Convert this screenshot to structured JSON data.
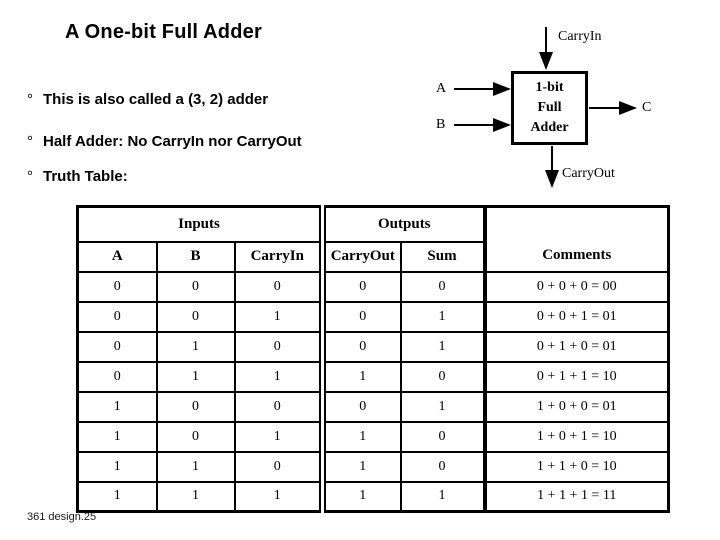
{
  "slide": {
    "title": "A One-bit Full Adder",
    "bullet_marker": "°",
    "bullets": [
      {
        "text": "This is also called a (3, 2) adder"
      },
      {
        "text": "Half Adder: No CarryIn nor CarryOut"
      },
      {
        "text": "Truth Table:"
      }
    ],
    "footer": "361 design.25"
  },
  "diagram": {
    "box_lines": [
      "1-bit",
      "Full",
      "Adder"
    ],
    "labels": {
      "top_input": "CarryIn",
      "left_input_1": "A",
      "left_input_2": "B",
      "right_output": "C",
      "bottom_output": "CarryOut"
    }
  },
  "truth_table": {
    "group_headers": {
      "inputs": "Inputs",
      "outputs": "Outputs"
    },
    "column_headers": {
      "a": "A",
      "b": "B",
      "carry_in": "CarryIn",
      "carry_out": "CarryOut",
      "sum": "Sum",
      "comments": "Comments"
    },
    "rows": [
      {
        "a": "0",
        "b": "0",
        "cin": "0",
        "cout": "0",
        "sum": "0",
        "comment": "0 + 0 + 0 = 00"
      },
      {
        "a": "0",
        "b": "0",
        "cin": "1",
        "cout": "0",
        "sum": "1",
        "comment": "0 + 0 + 1 = 01"
      },
      {
        "a": "0",
        "b": "1",
        "cin": "0",
        "cout": "0",
        "sum": "1",
        "comment": "0 + 1 + 0 = 01"
      },
      {
        "a": "0",
        "b": "1",
        "cin": "1",
        "cout": "1",
        "sum": "0",
        "comment": "0 + 1 + 1 = 10"
      },
      {
        "a": "1",
        "b": "0",
        "cin": "0",
        "cout": "0",
        "sum": "1",
        "comment": "1 + 0 + 0 = 01"
      },
      {
        "a": "1",
        "b": "0",
        "cin": "1",
        "cout": "1",
        "sum": "0",
        "comment": "1 + 0 + 1 = 10"
      },
      {
        "a": "1",
        "b": "1",
        "cin": "0",
        "cout": "1",
        "sum": "0",
        "comment": "1 + 1 + 0 = 10"
      },
      {
        "a": "1",
        "b": "1",
        "cin": "1",
        "cout": "1",
        "sum": "1",
        "comment": "1 + 1 + 1 = 11"
      }
    ]
  },
  "colors": {
    "foreground": "#000000",
    "background": "#ffffff"
  }
}
